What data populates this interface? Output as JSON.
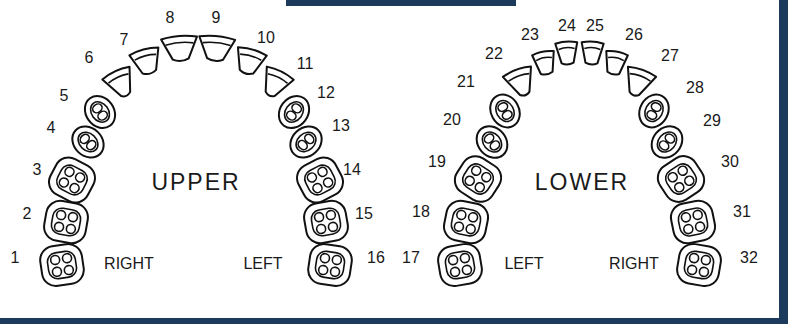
{
  "diagram": {
    "labels": [
      "1",
      "2",
      "3",
      "4",
      "5",
      "6",
      "7",
      "8",
      "9",
      "10",
      "11",
      "12",
      "13",
      "14",
      "15",
      "16",
      "UPPER",
      "RIGHT",
      "LEFT",
      "17",
      "18",
      "19",
      "20",
      "21",
      "22",
      "23",
      "24",
      "25",
      "26",
      "27",
      "28",
      "29",
      "30",
      "31",
      "32",
      "LOWER",
      "LEFT",
      "RIGHT"
    ]
  }
}
